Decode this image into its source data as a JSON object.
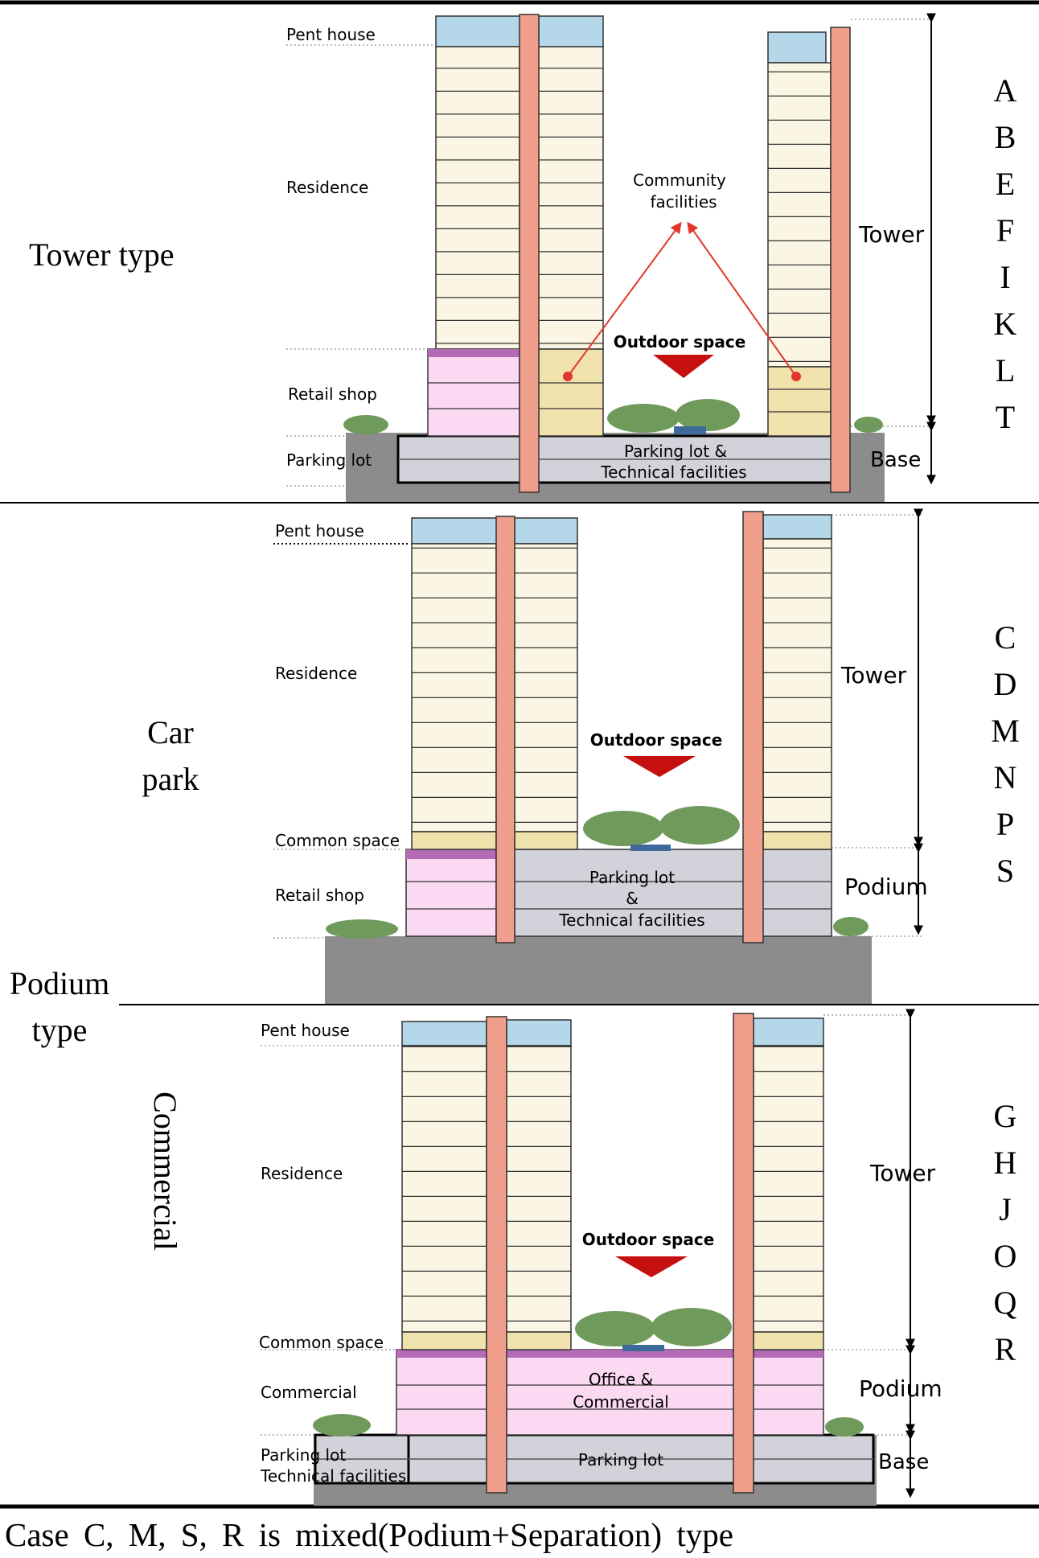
{
  "colors": {
    "residence": "#fbf6e3",
    "penthouse": "#b4d7ea",
    "core": "#f19f8d",
    "retail": "#fcd9f3",
    "parking": "#d2d2da",
    "common": "#f0e2ac",
    "ground": "#8c8c8c",
    "arrow_red": "#e2362a",
    "red_triangle": "#c61010"
  },
  "sections": {
    "tower": {
      "type_label": "Tower  type",
      "penthouse_label": "Pent house",
      "residence_label": "Residence",
      "retail_label": "Retail shop",
      "parking_label": "Parking lot",
      "community_label_1": "Community",
      "community_label_2": "facilities",
      "outdoor_label": "Outdoor space",
      "parking_center_1": "Parking lot &",
      "parking_center_2": "Technical facilities",
      "tower_dim_label": "Tower",
      "base_dim_label": "Base",
      "cases": [
        "A",
        "B",
        "E",
        "F",
        "I",
        "K",
        "L",
        "T"
      ]
    },
    "carpark": {
      "type_label_1": "Car",
      "type_label_2": "park",
      "penthouse_label": "Pent house",
      "residence_label": "Residence",
      "common_label": "Common space",
      "retail_label": "Retail shop",
      "outdoor_label": "Outdoor space",
      "parking_center_1": "Parking lot",
      "parking_center_2": "&",
      "parking_center_3": "Technical facilities",
      "tower_dim_label": "Tower",
      "podium_dim_label": "Podium",
      "cases": [
        "C",
        "D",
        "M",
        "N",
        "P",
        "S"
      ]
    },
    "podium_group": {
      "label_1": "Podium",
      "label_2": "type"
    },
    "commercial": {
      "type_label": "Commercial",
      "penthouse_label": "Pent house",
      "residence_label": "Residence",
      "common_label": "Common space",
      "commercial_label": "Commercial",
      "parking_label_1": "Parking lot",
      "parking_label_2": "Technical facilities",
      "outdoor_label": "Outdoor space",
      "office_center_1": "Office  &",
      "office_center_2": "Commercial",
      "parking_center": "Parking lot",
      "tower_dim_label": "Tower",
      "podium_dim_label": "Podium",
      "base_dim_label": "Base",
      "cases": [
        "G",
        "H",
        "J",
        "O",
        "Q",
        "R"
      ]
    }
  },
  "footnote": "Case C, M, S, R is mixed(Podium+Separation) type"
}
